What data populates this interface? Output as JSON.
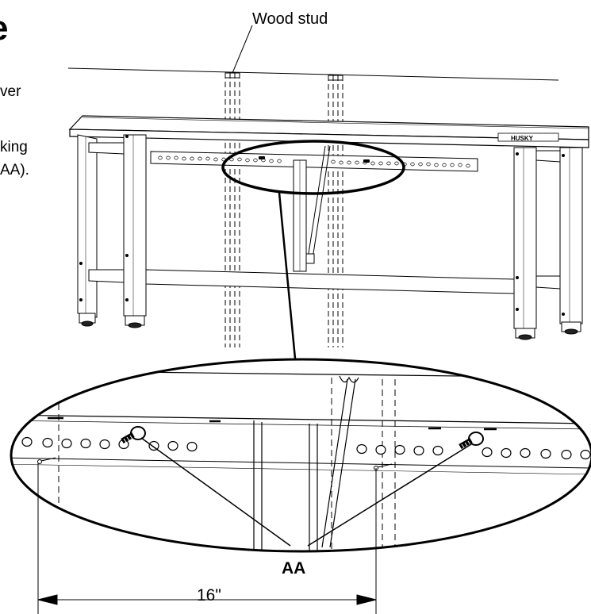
{
  "heading_fragment": "e",
  "instruction_fragments": [
    "ver",
    "king",
    "AA)."
  ],
  "callouts": {
    "stud_label": "Wood stud",
    "hardware_label": "AA",
    "spacing_label": "16\""
  },
  "brand_plate": "HUSKY"
}
